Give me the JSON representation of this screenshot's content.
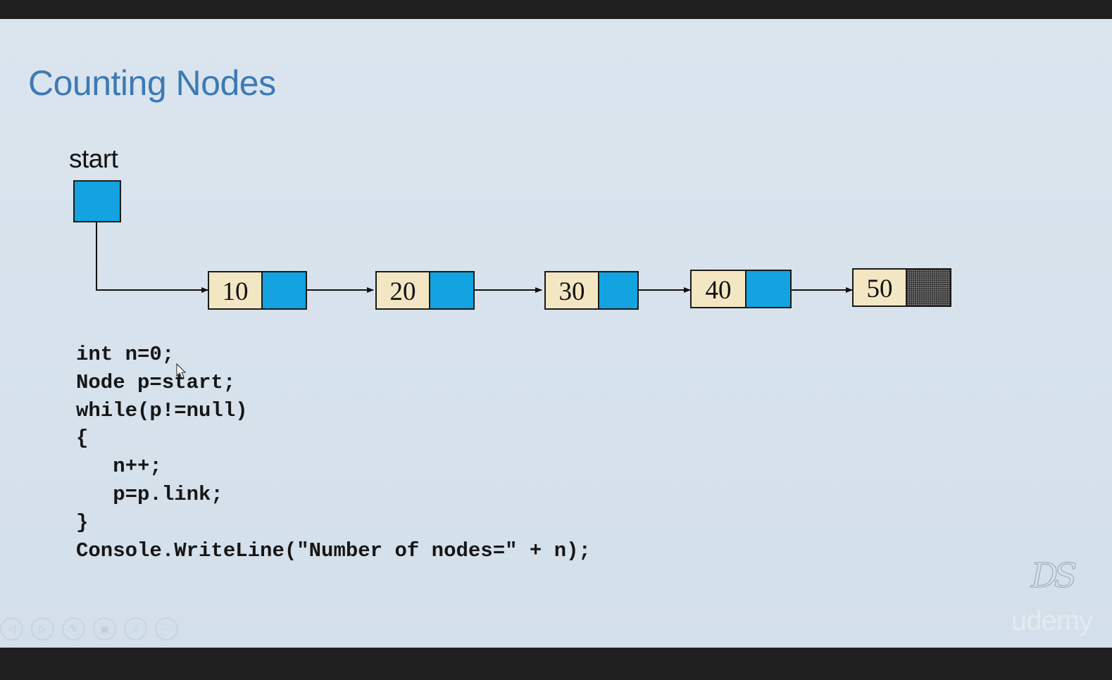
{
  "slide": {
    "title": "Counting Nodes",
    "start_label": "start"
  },
  "list": {
    "nodes": [
      {
        "value": "10",
        "link": "next"
      },
      {
        "value": "20",
        "link": "next"
      },
      {
        "value": "30",
        "link": "next"
      },
      {
        "value": "40",
        "link": "next"
      },
      {
        "value": "50",
        "link": "null"
      }
    ]
  },
  "code": {
    "lines": [
      "int n=0;",
      "Node p=start;",
      "while(p!=null)",
      "{",
      "   n++;",
      "   p=p.link;",
      "}",
      "Console.WriteLine(\"Number of nodes=\" + n);"
    ]
  },
  "watermark": {
    "logo": "DS",
    "brand": "udemy"
  },
  "controls": {
    "icons": [
      "previous-icon",
      "next-icon",
      "pen-icon",
      "slides-icon",
      "zoom-icon",
      "more-icon"
    ]
  },
  "colors": {
    "title": "#3c7ab4",
    "pointer_box": "#12a3e0",
    "info_box": "#f3e6c2",
    "background": "#d7e2ec"
  }
}
